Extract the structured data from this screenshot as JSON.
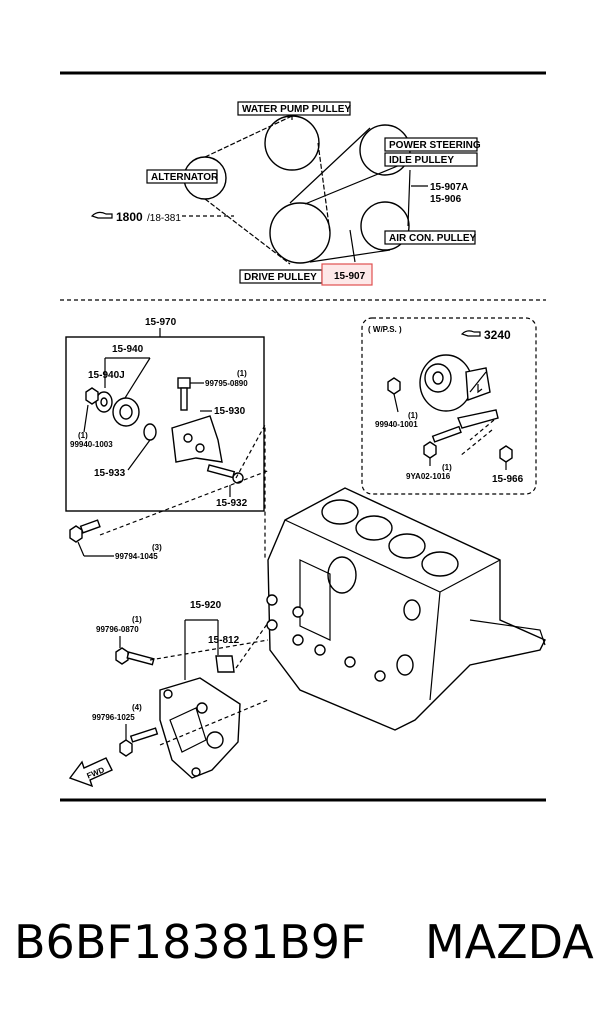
{
  "belt_section": {
    "water_pump_pulley": "WATER PUMP PULLEY",
    "power_steering": "POWER STEERING",
    "idle_pulley": "IDLE PULLEY",
    "alternator": "ALTERNATOR",
    "air_con_pulley": "AIR CON. PULLEY",
    "drive_pulley": "DRIVE PULLEY",
    "ref_1800": "1800",
    "ref_1800_sub": "/18-381",
    "belt_15907a": "15-907A",
    "belt_15906": "15-906",
    "belt_15907": "15-907",
    "highlight_color": "#e05050"
  },
  "bracket_section": {
    "p15970": "15-970",
    "p15940": "15-940",
    "p15940j": "15-940J",
    "p99940_1003_qty": "(1)",
    "p99940_1003": "99940-1003",
    "p99795_0890_qty": "(1)",
    "p99795_0890": "99795-0890",
    "p15930": "15-930",
    "p15933": "15-933",
    "p15932": "15-932",
    "p99794_1045_qty": "(3)",
    "p99794_1045": "99794-1045"
  },
  "ps_section": {
    "wps": "( W/P.S. )",
    "ref_3240": "3240",
    "p99940_1001_qty": "(1)",
    "p99940_1001": "99940-1001",
    "p9ya02_1016_qty": "(1)",
    "p9ya02_1016": "9YA02-1016",
    "p15966": "15-966"
  },
  "lower_section": {
    "p15920": "15-920",
    "p15812": "15-812",
    "p99796_0870_qty": "(1)",
    "p99796_0870": "99796-0870",
    "p99796_1025_qty": "(4)",
    "p99796_1025": "99796-1025",
    "fwd": "FWD"
  },
  "caption": {
    "part_number": "B6BF18381B9F",
    "brand": "MAZDA"
  }
}
